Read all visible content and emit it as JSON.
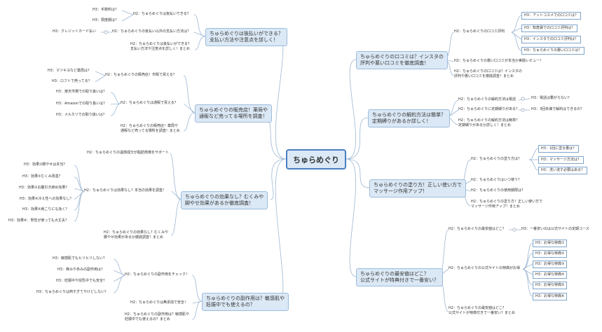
{
  "root": "ちゅらめぐり",
  "sections": {
    "pay": {
      "l1": "ちゅらめぐりは後払いができる？",
      "l2": "支払い方法や注意点を詳しく！"
    },
    "store": {
      "l1": "ちゅらめぐりの販売店！薬局や",
      "l2": "通販など売ってる場所を調査！"
    },
    "effect": {
      "l1": "ちゅらめぐりの効果なし？むくみや",
      "l2": "脚やせ効果があるか徹底調査！"
    },
    "side": {
      "l1": "ちゅらめぐりの副作用は？敏感肌や",
      "l2": "妊娠中でも使えるの？"
    },
    "review": {
      "l1": "ちゅらめぐりの口コミは？インスタの",
      "l2": "評判や悪い口コミを徹底調査！"
    },
    "cancel": {
      "l1": "ちゅらめぐりの解約方法は簡単？",
      "l2": "定期縛りがあるか詳しく！"
    },
    "apply": {
      "l1": "ちゅらめぐりの塗り方！正しい使い方で",
      "l2": "マッサージ作用アップ！"
    },
    "cheap": {
      "l1": "ちゅらめぐりの最安値はどこ？",
      "l2": "公式サイトが特典付きで一番安い？"
    }
  },
  "pay": {
    "h2a": "H2：ちゅらめぐりは後払いできる？",
    "h3a1": "H3：手数料は？",
    "h3a2": "H3：限度額は？",
    "h2b": "H2：ちゅらめぐりの後払い以外の支払い方法は？",
    "h3b1": "H3：クレジットカード払い",
    "h2c1": "H2：ちゅらめぐりは後払いができる？",
    "h2c2": "支払い方法や注意点を詳しく！まとめ"
  },
  "store": {
    "h2a": "H2：ちゅらめぐりの販売店！市販で買える？",
    "h3a1": "H3：マツキヨなど薬局は？",
    "h3a2": "H3：ロフトで売ってる？",
    "h2b": "H2：ちゅらめぐりは通販で買える？",
    "h3b1": "H3：楽天市場での取り扱いは？",
    "h3b2": "H3：Amazonでの取り扱いは？",
    "h3b3": "H3：メルカリでの取り扱いは？",
    "h2c1": "H2：ちゅらめぐりの販売店！薬局や",
    "h2c2": "通販など売ってる場所を調査！まとめ"
  },
  "effect": {
    "h2a": "H2：ちゅらめぐりの温感成分が脂肪燃焼をサポート",
    "h2b": "H2：ちゅらめぐりは効果なし？本当の効果を調査！",
    "h3b1": "H3：効果①脚やせは本当？",
    "h3b2": "H3：効果②むくみ改善？",
    "h3b3": "H3：効果③お腹引き締め効果？",
    "h3b4": "H3：効果④冷え性への効果なし？",
    "h3b5": "H3：効果⑤肩こりにも効く？",
    "h3b6": "H3：効果⑥：男性が使っても大丈夫？",
    "h2c1": "H2：ちゅらめぐりの効果なし？むくみや",
    "h2c2": "脚やせ効果があるか徹底調査！まとめ"
  },
  "side": {
    "h2a": "H2：ちゅらめぐりの副作用をチェック！",
    "h3a1": "H3：敏感肌でもヒリヒリしない？",
    "h3a2": "H3：痒みや赤みの副作用は？",
    "h3a3": "H3：妊娠中や授乳中でも安全？",
    "h3a4": "H3：ちゅらめぐりは熱すぎてやけどしない？",
    "h2b": "H2：ちゅらめぐりは無添加で安全！",
    "h2c1": "H2：ちゅらめぐりの副作用は？敏感肌や",
    "h2c2": "妊娠中でも使えるの？まとめ"
  },
  "review": {
    "h2a": "H2：ちゅらめぐりの口コミ評判",
    "h3a1": "H3：アットコスメでの口コミは？",
    "h3a2": "H3：知恵袋での口コミ評判は？",
    "h3a3": "H3：インスタでの口コミ評判は？",
    "h3a4": "H3：ちゅらめぐりの悪い口コミは？",
    "h2b": "H2：ちゅらめぐりの悪い口コミが本当か実践レビュー！",
    "h2c1": "H2：ちゅらめぐりの口コミは？インスタの",
    "h2c2": "評判や悪い口コミを徹底調査！まとめ"
  },
  "cancel": {
    "h2a": "H2：ちゅらめぐりの解約方法は電話",
    "h3a1": "H3：電話は繋がらない？",
    "h2b": "H2：ちゅらめぐりに定期縛りがある？",
    "h3b1": "H3：3回未満で解約はできるの？",
    "h2c1": "H2：ちゅらめぐりの解約方法は簡単？",
    "h2c2": "定期縛りがあるか詳しく！まとめ"
  },
  "apply": {
    "h2a": "H2：ちゅらめぐりの塗り方は？",
    "h3a1": "H3：1回に塗る量は？",
    "h3a2": "H3：マッサージ方法は？",
    "h3a3": "H3：洗い流す必要はある？",
    "h2b": "H2：ちゅらめぐりはいつ使う？",
    "h2c": "H2：ちゅらめぐりの使用期限は？",
    "h2d1": "H2：ちゅらめぐりの塗り方！正しい使い方で",
    "h2d2": "マッサージ作用アップ！まとめ"
  },
  "cheap": {
    "h2a": "H2：ちゅらめぐりの最安値はどこ？",
    "h3a1": "H3：一番安いのは公式サイトの定期コース",
    "h2b": "H2：ちゅらめぐりの公式サイトの特典がお得",
    "h3b": [
      "H3：お得な特典①",
      "H3：お得な特典②",
      "H3：お得な特典③",
      "H3：お得な特典④",
      "H3：お得な特典⑤",
      "H3：お得な特典⑥"
    ],
    "h2c1": "H2：ちゅらめぐりの最安値はどこ？",
    "h2c2": "公式サイトが特典付きで一番安い？まとめ"
  }
}
